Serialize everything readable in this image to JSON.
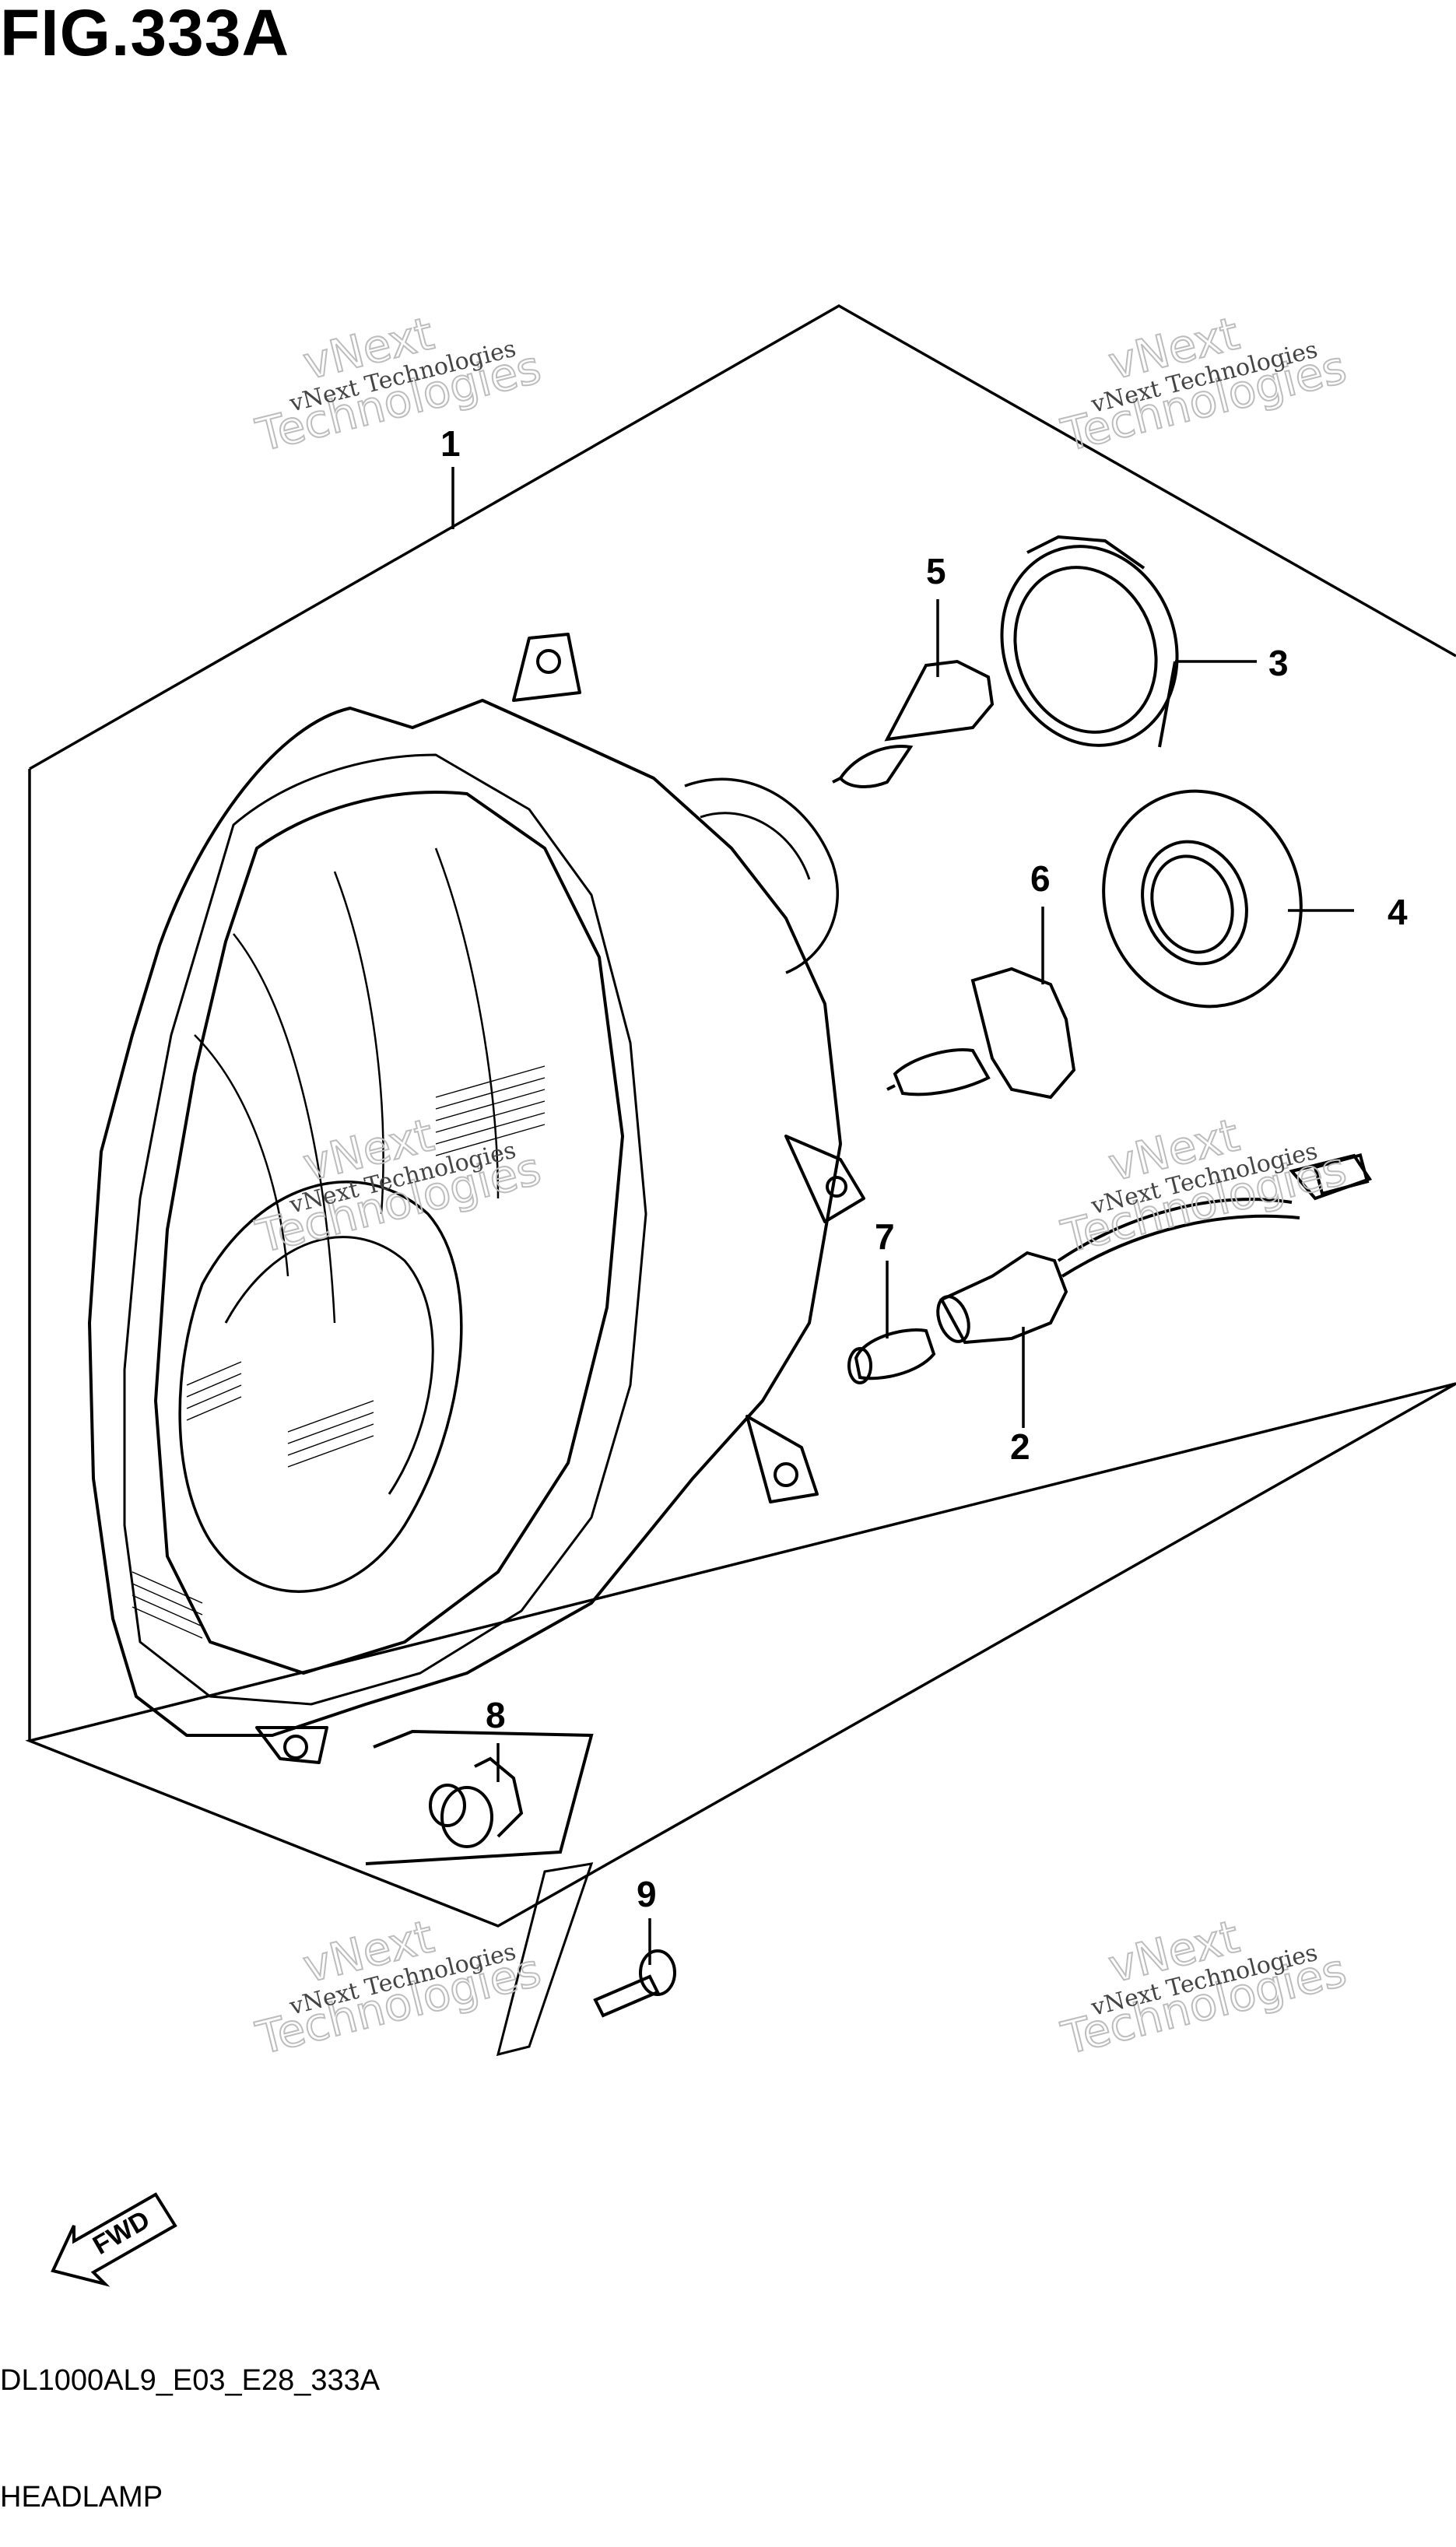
{
  "figure": {
    "title": "FIG.333A",
    "code": "DL1000AL9_E03_E28_333A",
    "name": "HEADLAMP"
  },
  "watermark": {
    "small": "vNext Technologies",
    "large_top": "vNext",
    "large_bottom": "Technologies"
  },
  "direction_arrow": {
    "label": "FWD"
  },
  "callouts": [
    {
      "number": "1",
      "part": "headlamp-assembly"
    },
    {
      "number": "2",
      "part": "socket-harness"
    },
    {
      "number": "3",
      "part": "retaining-ring"
    },
    {
      "number": "4",
      "part": "dust-cover"
    },
    {
      "number": "5",
      "part": "headlamp-bulb"
    },
    {
      "number": "6",
      "part": "headlamp-bulb-angled"
    },
    {
      "number": "7",
      "part": "position-bulb"
    },
    {
      "number": "8",
      "part": "grommet"
    },
    {
      "number": "9",
      "part": "screw"
    }
  ]
}
